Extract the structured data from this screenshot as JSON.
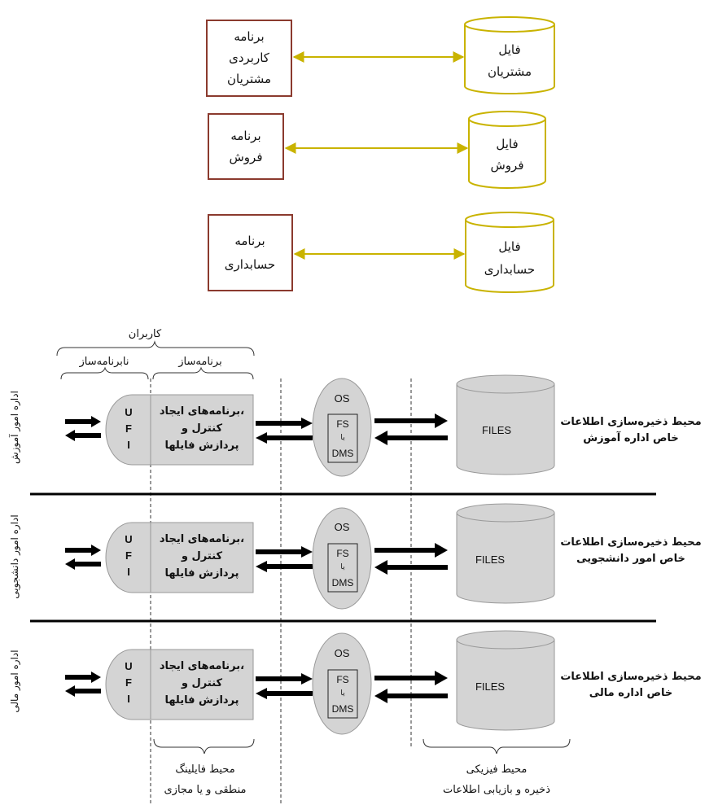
{
  "top": {
    "rows": [
      {
        "program": [
          "برنامه",
          "کاربردی",
          "مشتریان"
        ],
        "file": [
          "فایل",
          "مشتریان"
        ]
      },
      {
        "program": [
          "برنامه",
          "فروش"
        ],
        "file": [
          "فایل",
          "فروش"
        ]
      },
      {
        "program": [
          "برنامه",
          "حسابداری"
        ],
        "file": [
          "فایل",
          "حسابداری"
        ]
      }
    ],
    "colors": {
      "program_border": "#8b3a2e",
      "file_border": "#c9b300",
      "arrow": "#c9b300"
    }
  },
  "bottom": {
    "users_label": "کاربران",
    "nonprogrammer_label": "نابرنامه‌ساز",
    "programmer_label": "برنامه‌ساز",
    "ufi_letters": [
      "U",
      "F",
      "I"
    ],
    "programs_text": [
      "برنامه‌های ایجاد،",
      "کنترل و",
      "پردازش فایلها"
    ],
    "os_label": "OS",
    "fs_lines": [
      "FS",
      "یا",
      "DMS"
    ],
    "files_label": "FILES",
    "departments": [
      {
        "side_label": "اداره امور آموزش",
        "env": [
          "محیط ذخیره‌سازی اطلاعات",
          "خاص اداره آموزش"
        ]
      },
      {
        "side_label": "اداره امور دانشجویی",
        "env": [
          "محیط ذخیره‌سازی اطلاعات",
          "خاص امور دانشجویی"
        ]
      },
      {
        "side_label": "اداره امور مالی",
        "env": [
          "محیط ذخیره‌سازی اطلاعات",
          "خاص اداره مالی"
        ]
      }
    ],
    "logical_env": [
      "محیط فایلینگ",
      "منطقی و یا مجازی"
    ],
    "physical_env": [
      "محیط فیزیکی",
      "ذخیره و بازیابی اطلاعات"
    ],
    "colors": {
      "shape_fill": "#d4d4d4",
      "shape_stroke": "#999999",
      "divider": "#000000"
    }
  }
}
